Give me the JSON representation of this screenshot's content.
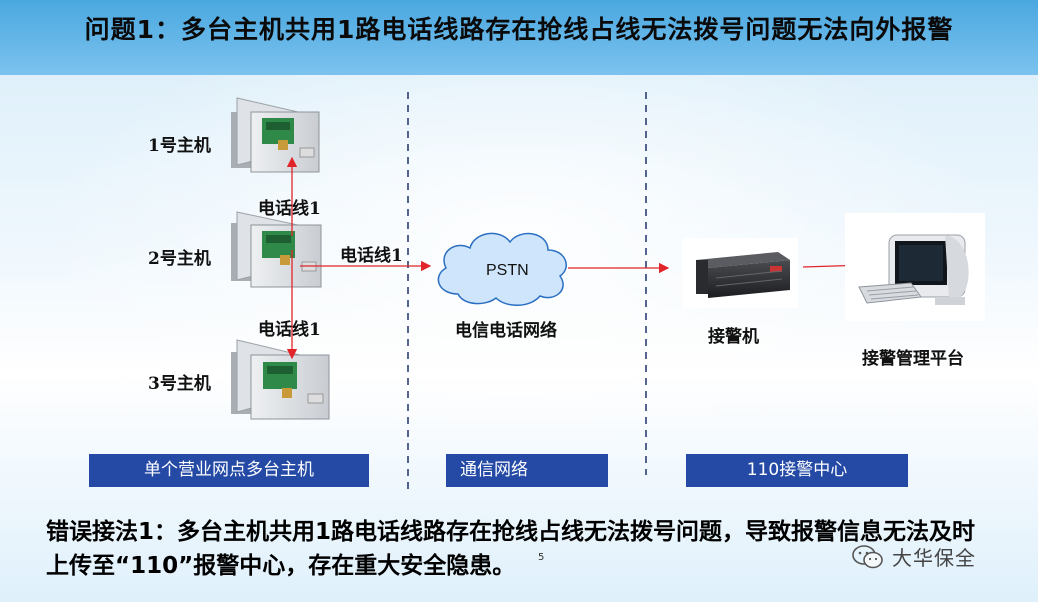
{
  "title": "问题1：多台主机共用1路电话线路存在抢线占线无法拨号问题无法向外报警",
  "hosts": [
    {
      "label": "1号主机"
    },
    {
      "label": "2号主机"
    },
    {
      "label": "3号主机"
    }
  ],
  "lines": {
    "upper": "电话线1",
    "lower": "电话线1",
    "right": "电话线1"
  },
  "pstn": {
    "cloud_text": "PSTN",
    "caption": "电信电话网络"
  },
  "receiver": {
    "caption": "接警机"
  },
  "platform": {
    "caption": "接警管理平台"
  },
  "zones": [
    {
      "label": "单个营业网点多台主机"
    },
    {
      "label": "通信网络"
    },
    {
      "label": "110接警中心"
    }
  ],
  "bottom_text": "错误接法1：多台主机共用1路电话线路存在抢线占线无法拨号问题，导致报警信息无法及时上传至“110”报警中心，存在重大安全隐患。",
  "page_number": "5",
  "watermark": {
    "text": "大华保全",
    "icon": "wechat-icon"
  },
  "colors": {
    "banner": "#5bb3e6",
    "zone": "#244aa6",
    "arrow": "#e0242a",
    "divider": "#2c3e74",
    "cloud": "#cfe5fb"
  }
}
